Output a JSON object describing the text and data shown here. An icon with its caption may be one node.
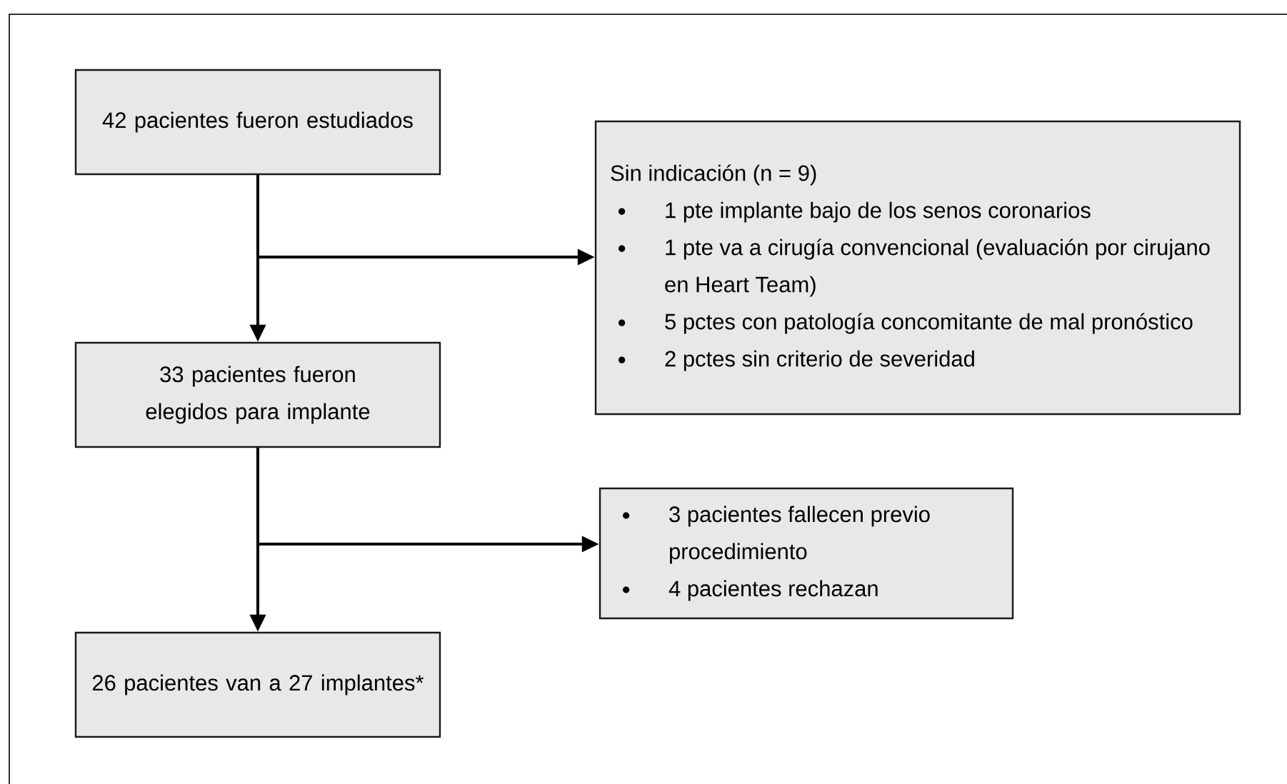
{
  "diagram": {
    "nodes": [
      {
        "text": [
          "42 pacientes fueron estudiados"
        ]
      },
      {
        "text": [
          "Sin indicación (n = 9)",
          "1 pte implante bajo de los senos coronarios",
          "1 pte va a cirugía convencional (evaluación por cirujano en Heart Team)",
          "5 pctes con patología concomitante de mal pronóstico",
          "2 pctes sin criterio de severidad"
        ]
      },
      {
        "text": [
          "33 pacientes fueron elegidos para implante"
        ]
      },
      {
        "text": [
          "3 pacientes fallecen previo procedimiento",
          "4 pacientes rechazan"
        ]
      },
      {
        "text": [
          "26 pacientes van a 27 implantes*"
        ]
      }
    ],
    "edges": [
      {
        "from": 0,
        "to": 2,
        "arrow": "to"
      },
      {
        "from": 0,
        "to": 1,
        "arrow": "to"
      },
      {
        "from": 2,
        "to": 4,
        "arrow": "to"
      },
      {
        "from": 2,
        "to": 3,
        "arrow": "to"
      }
    ]
  }
}
